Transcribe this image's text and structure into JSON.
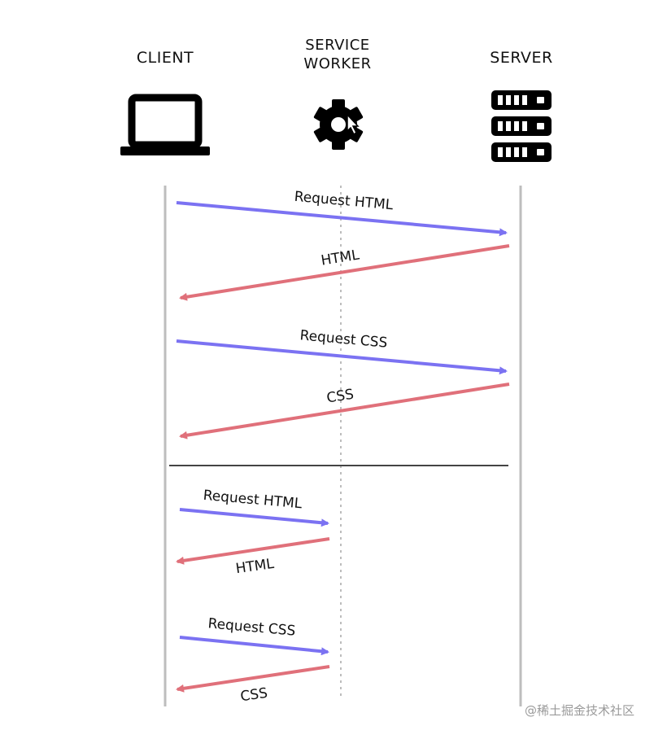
{
  "actors": {
    "client": "CLIENT",
    "service_worker_line1": "SERVICE",
    "service_worker_line2": "WORKER",
    "server": "SERVER"
  },
  "icons": {
    "client": "laptop-icon",
    "service_worker": "gear-icon",
    "server": "server-rack-icon"
  },
  "colors": {
    "request": "#7b72f2",
    "response": "#e0707a",
    "lifeline": "#bdbdbd"
  },
  "messages_without_sw": [
    {
      "label": "Request HTML",
      "direction": "client-to-server"
    },
    {
      "label": "HTML",
      "direction": "server-to-client"
    },
    {
      "label": "Request CSS",
      "direction": "client-to-server"
    },
    {
      "label": "CSS",
      "direction": "server-to-client"
    }
  ],
  "messages_with_sw": [
    {
      "label": "Request HTML",
      "direction": "client-to-service-worker"
    },
    {
      "label": "HTML",
      "direction": "service-worker-to-client"
    },
    {
      "label": "Request CSS",
      "direction": "client-to-service-worker"
    },
    {
      "label": "CSS",
      "direction": "service-worker-to-client"
    }
  ],
  "watermark": "@稀土掘金技术社区"
}
